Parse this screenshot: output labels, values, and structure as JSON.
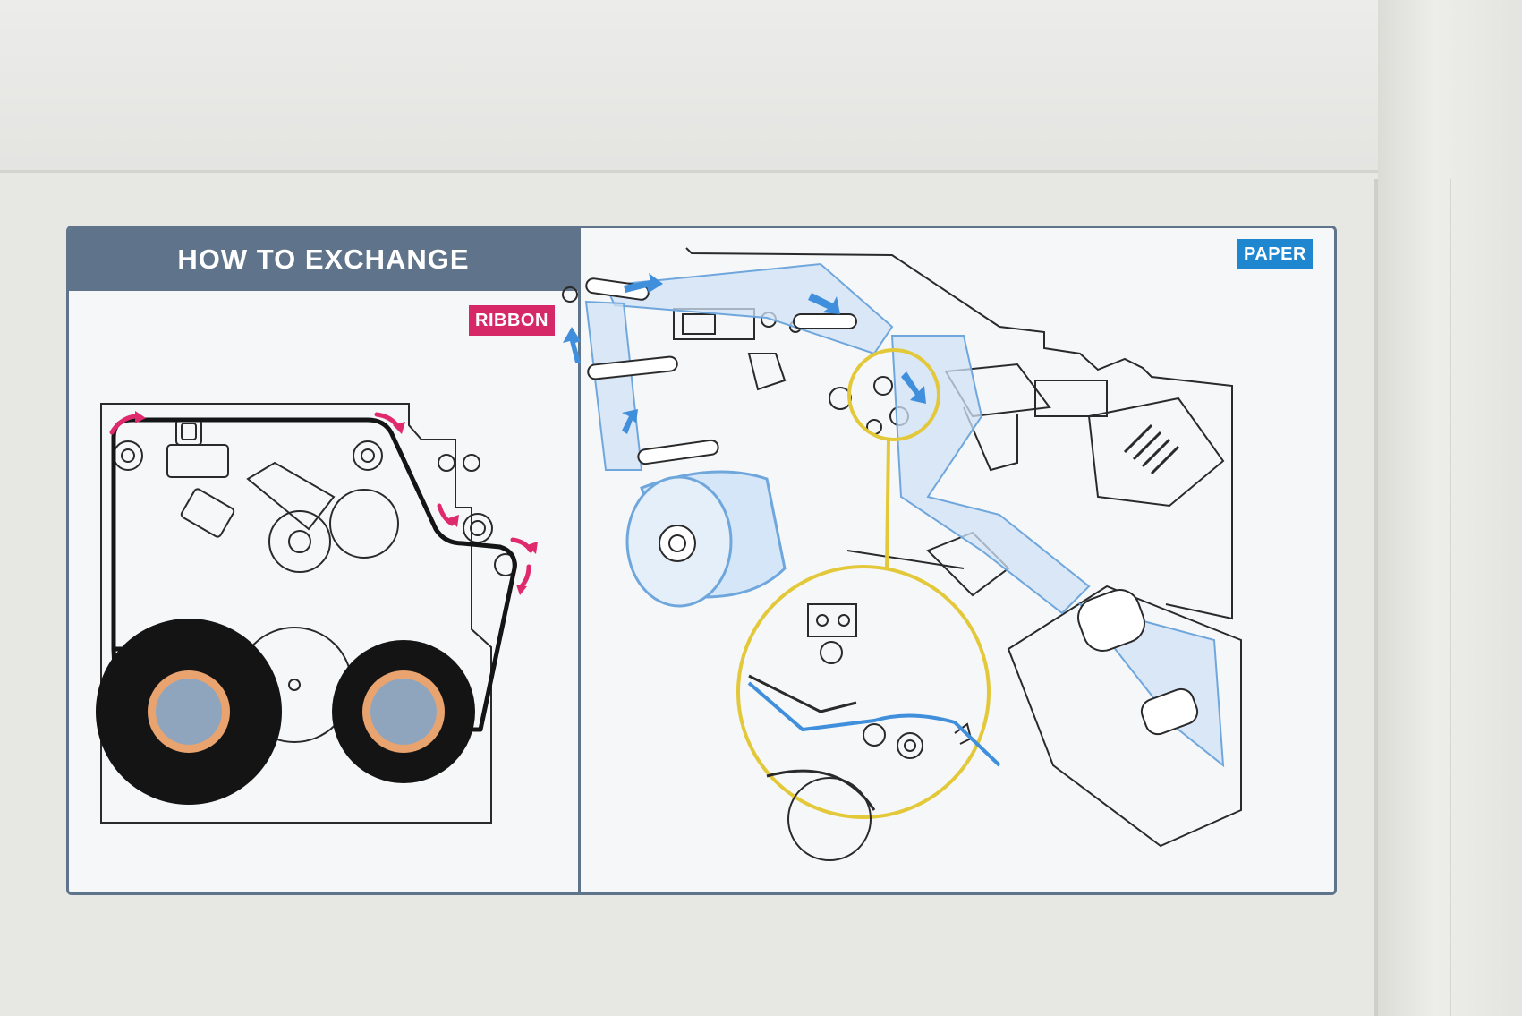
{
  "label": {
    "title": "HOW TO EXCHANGE",
    "ribbon_tag": "RIBBON",
    "paper_tag": "PAPER"
  },
  "colors": {
    "header": "#5f748a",
    "ribbon_tag": "#d62866",
    "paper_tag": "#1e87d0",
    "ribbon_arrow": "#e02a6e",
    "paper_path": "#6fa7dd",
    "detail_circle": "#e3c93a",
    "ribbon_core": "#e9a36f",
    "ribbon_hub": "#8fa5bd"
  }
}
